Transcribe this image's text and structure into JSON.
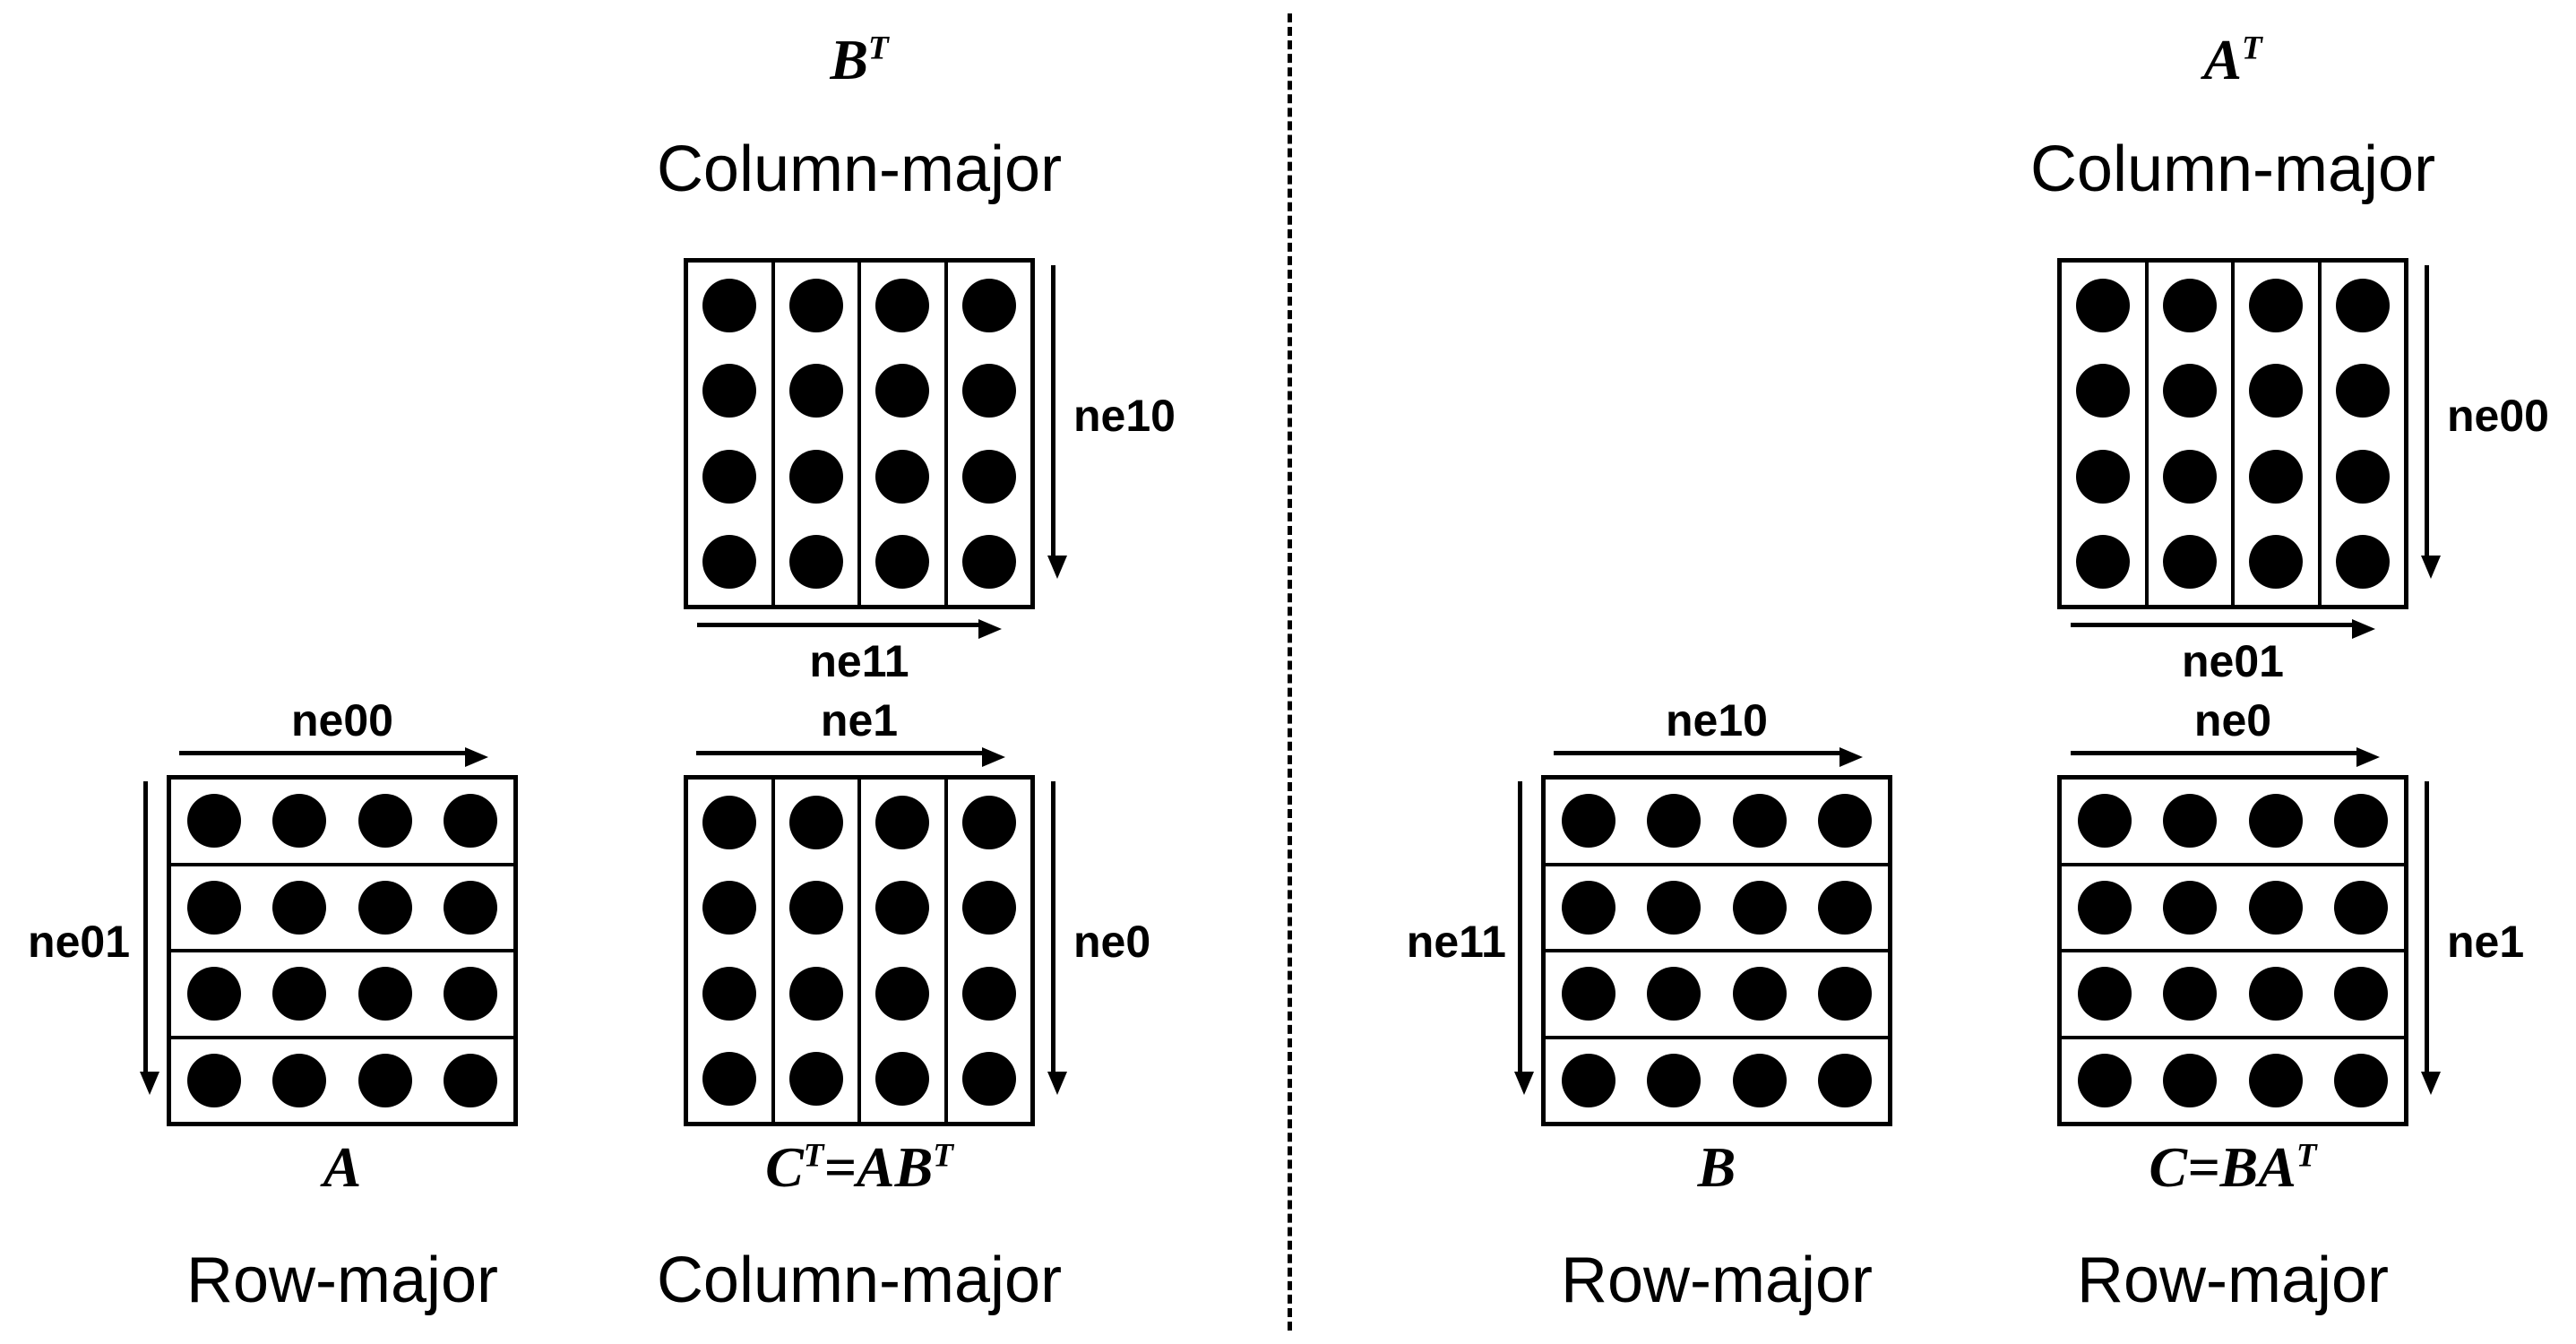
{
  "background": "#ffffff",
  "ink_color": "#000000",
  "left_panel": {
    "top_matrix": {
      "label": "B^T",
      "layout": "Column-major",
      "orientation": "column",
      "rows": 4,
      "cols": 4,
      "right_arrow_label": "ne10",
      "bottom_arrow_label": "ne11"
    },
    "bottom_left_matrix": {
      "label": "A",
      "layout": "Row-major",
      "orientation": "row",
      "rows": 4,
      "cols": 4,
      "top_arrow_label": "ne00",
      "left_arrow_label": "ne01"
    },
    "bottom_right_matrix": {
      "label": "C^T=AB^T",
      "layout": "Column-major",
      "orientation": "column",
      "rows": 4,
      "cols": 4,
      "top_arrow_label": "ne1",
      "right_arrow_label": "ne0"
    }
  },
  "right_panel": {
    "top_matrix": {
      "label": "A^T",
      "layout": "Column-major",
      "orientation": "column",
      "rows": 4,
      "cols": 4,
      "right_arrow_label": "ne00",
      "bottom_arrow_label": "ne01"
    },
    "bottom_left_matrix": {
      "label": "B",
      "layout": "Row-major",
      "orientation": "row",
      "rows": 4,
      "cols": 4,
      "top_arrow_label": "ne10",
      "left_arrow_label": "ne11"
    },
    "bottom_right_matrix": {
      "label": "C=BA^T",
      "layout": "Row-major",
      "orientation": "row",
      "rows": 4,
      "cols": 4,
      "top_arrow_label": "ne0",
      "right_arrow_label": "ne1"
    }
  }
}
